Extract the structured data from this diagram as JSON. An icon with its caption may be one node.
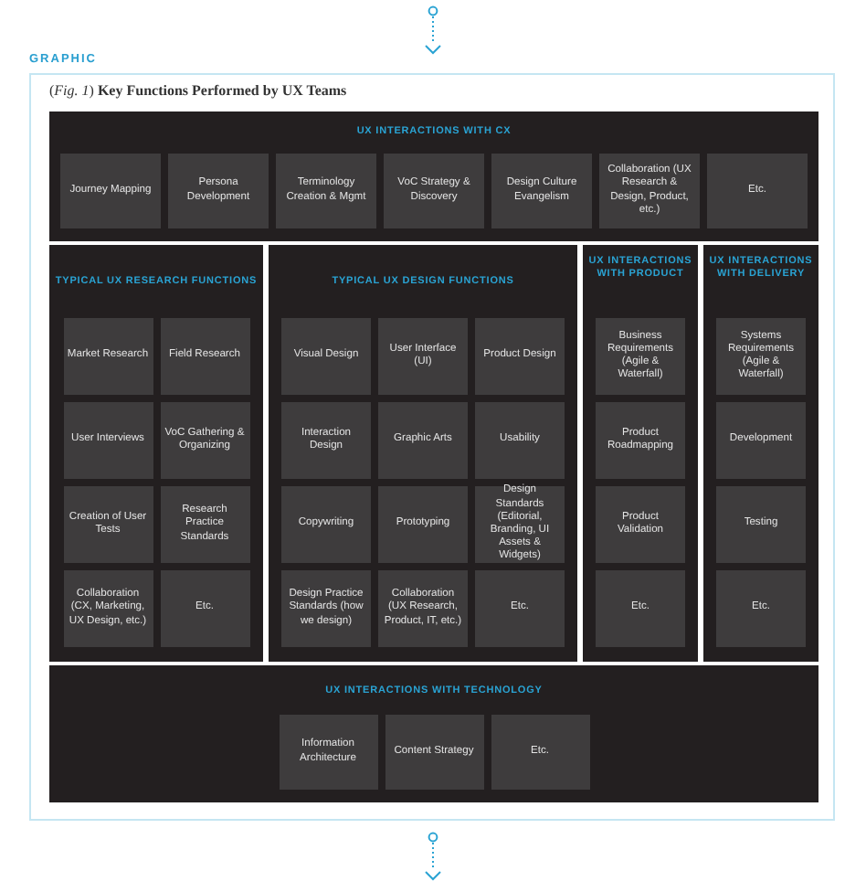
{
  "diagram": {
    "nodes": [
      {
        "text": [
          "(*Fig. 1*) **Key Functions Performed by UX Teams**"
        ]
      },
      {
        "text": [
          "UX INTERACTIONS WITH CX"
        ],
        "in": 0
      },
      {
        "text": [
          "Journey Mapping"
        ],
        "in": 1
      },
      {
        "text": [
          "Persona Development"
        ],
        "in": 1
      },
      {
        "text": [
          "Terminology Creation & Mgmt"
        ],
        "in": 1
      },
      {
        "text": [
          "VoC Strategy & Discovery"
        ],
        "in": 1
      },
      {
        "text": [
          "Design Culture Evangelism"
        ],
        "in": 1
      },
      {
        "text": [
          "Collaboration (UX Research & Design, Product, etc.)"
        ],
        "in": 1
      },
      {
        "text": [
          "Etc."
        ],
        "in": 1
      },
      {
        "text": [
          "TYPICAL UX RESEARCH FUNCTIONS"
        ],
        "in": 0
      },
      {
        "text": [
          "Market Research"
        ],
        "in": 9
      },
      {
        "text": [
          "Field Research"
        ],
        "in": 9
      },
      {
        "text": [
          "User Interviews"
        ],
        "in": 9
      },
      {
        "text": [
          "VoC Gathering & Organizing"
        ],
        "in": 9
      },
      {
        "text": [
          "Creation of User Tests"
        ],
        "in": 9
      },
      {
        "text": [
          "Research Practice Standards"
        ],
        "in": 9
      },
      {
        "text": [
          "Collaboration (CX, Marketing, UX Design, etc.)"
        ],
        "in": 9
      },
      {
        "text": [
          "Etc."
        ],
        "in": 9
      },
      {
        "text": [
          "TYPICAL UX DESIGN FUNCTIONS"
        ],
        "in": 0
      },
      {
        "text": [
          "Visual Design"
        ],
        "in": 18
      },
      {
        "text": [
          "User Interface (UI)"
        ],
        "in": 18
      },
      {
        "text": [
          "Product Design"
        ],
        "in": 18
      },
      {
        "text": [
          "Interaction Design"
        ],
        "in": 18
      },
      {
        "text": [
          "Graphic Arts"
        ],
        "in": 18
      },
      {
        "text": [
          "Usability"
        ],
        "in": 18
      },
      {
        "text": [
          "Copywriting"
        ],
        "in": 18
      },
      {
        "text": [
          "Prototyping"
        ],
        "in": 18
      },
      {
        "text": [
          "Design Standards (Editorial, Branding, UI Assets & Widgets)"
        ],
        "in": 18
      },
      {
        "text": [
          "Design Practice Standards (how we design)"
        ],
        "in": 18
      },
      {
        "text": [
          "Collaboration (UX Research, Product, IT, etc.)"
        ],
        "in": 18
      },
      {
        "text": [
          "Etc."
        ],
        "in": 18
      },
      {
        "text": [
          "UX INTERACTIONS WITH PRODUCT"
        ],
        "in": 0
      },
      {
        "text": [
          "Business Requirements (Agile & Waterfall)"
        ],
        "in": 31
      },
      {
        "text": [
          "Product Roadmapping"
        ],
        "in": 31
      },
      {
        "text": [
          "Product Validation"
        ],
        "in": 31
      },
      {
        "text": [
          "Etc."
        ],
        "in": 31
      },
      {
        "text": [
          "UX INTERACTIONS WITH DELIVERY"
        ],
        "in": 0
      },
      {
        "text": [
          "Systems Requirements (Agile & Waterfall)"
        ],
        "in": 36
      },
      {
        "text": [
          "Development"
        ],
        "in": 36
      },
      {
        "text": [
          "Testing"
        ],
        "in": 36
      },
      {
        "text": [
          "Etc."
        ],
        "in": 36
      },
      {
        "text": [
          "UX INTERACTIONS WITH TECHNOLOGY"
        ],
        "in": 0
      },
      {
        "text": [
          "Information Architecture"
        ],
        "in": 41
      },
      {
        "text": [
          "Content Strategy"
        ],
        "in": 41
      },
      {
        "text": [
          "Etc."
        ],
        "in": 41
      }
    ],
    "labels": [
      "GRAPHIC"
    ]
  }
}
